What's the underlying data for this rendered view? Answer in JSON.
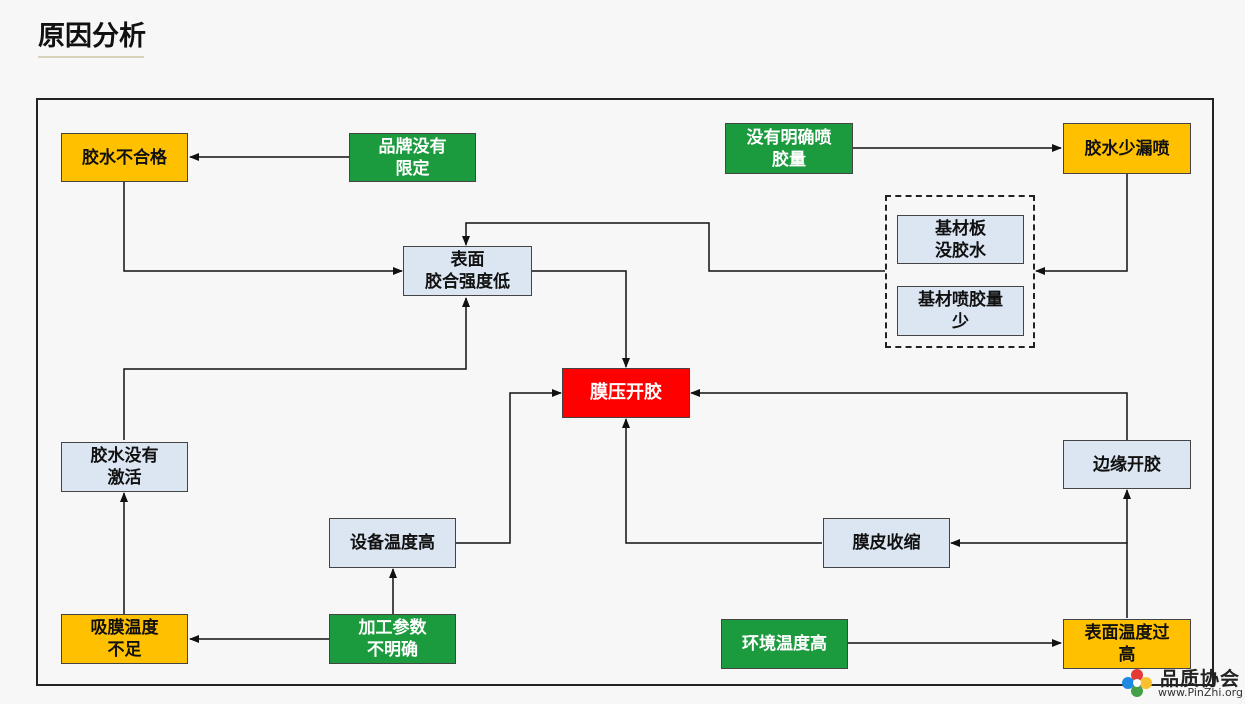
{
  "page": {
    "title": "原因分析"
  },
  "nodes": {
    "glue_unqualified": "胶水不合格",
    "brand_unlimited": "品牌没有\n限定",
    "no_spray_amount": "没有明确喷\n胶量",
    "glue_less_leak": "胶水少漏喷",
    "substrate_no_glue": "基材板\n没胶水",
    "substrate_spray_less": "基材喷胶量\n少",
    "surface_bond_low": "表面\n胶合强度低",
    "film_press_open": "膜压开胶",
    "glue_not_activated": "胶水没有\n激活",
    "equipment_temp_high": "设备温度高",
    "edge_open": "边缘开胶",
    "film_shrink": "膜皮收缩",
    "suction_temp_low": "吸膜温度\n不足",
    "process_params_unclear": "加工参数\n不明确",
    "env_temp_high": "环境温度高",
    "surface_temp_high": "表面温度过\n高"
  },
  "watermark": {
    "name": "品质协会",
    "url": "www.PinZhi.org"
  },
  "colors": {
    "orange": "#ffc000",
    "green": "#1b9a3e",
    "blue": "#dce6f2",
    "red": "#ff0000"
  }
}
